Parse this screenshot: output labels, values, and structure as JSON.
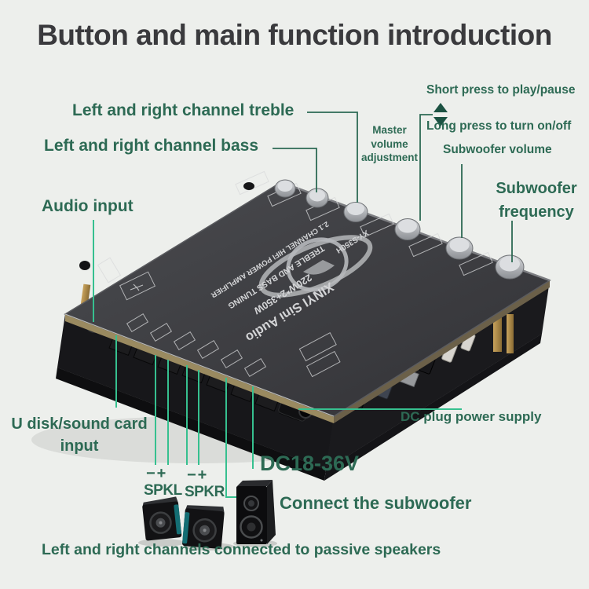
{
  "title": "Button and main function introduction",
  "colors": {
    "background": "#edefec",
    "annotation_green": "#2d6a54",
    "bright_line_green": "#36c08f",
    "title_text": "#3a3a3d",
    "board_black": "#3c3d40",
    "speaker_accent_teal": "#157f85"
  },
  "labels": {
    "treble": "Left and right channel treble",
    "bass": "Left and right channel bass",
    "audio_input": "Audio input",
    "master_volume": "Master volume adjustment",
    "short_press": "Short press to play/pause",
    "long_press": "Long press to turn on/off",
    "subwoofer_volume": "Subwoofer volume",
    "subwoofer_frequency": "Subwoofer frequency",
    "u_disk": "U disk/sound card input",
    "dc_plug": "DC plug power supply",
    "dc_voltage": "DC18-36V",
    "connect_subwoofer": "Connect the subwoofer",
    "spkl": "SPKL",
    "spkr": "SPKR",
    "spkl_polarity": "−+",
    "spkr_polarity": "−+",
    "passive_speakers": "Left and right channels connected to passive speakers"
  },
  "icons": {
    "up_arrow": "play-pause-up-arrow-icon",
    "down_arrow": "on-off-down-arrow-icon",
    "usb": "usb-icon",
    "logo": "brand-ring-logo-icon"
  },
  "board_silkscreen": {
    "brand": "XINYI Sini Audio",
    "power": "220W*2+350W",
    "tuning": "TREBLE AND BASS TUNING",
    "channel": "2.1 CHANNEL HIFI POWER AMPLIFIER",
    "model": "XY-S350H"
  }
}
